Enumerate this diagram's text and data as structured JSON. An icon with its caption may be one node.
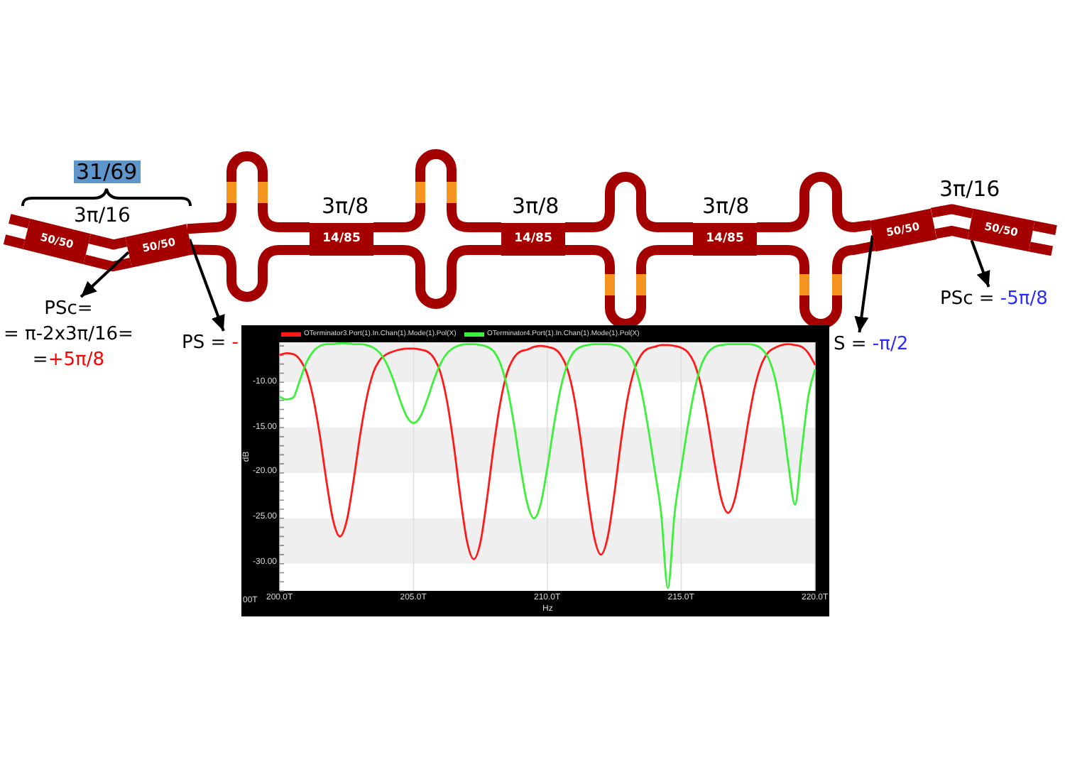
{
  "diagram": {
    "nodes": [
      {
        "text": [
          "50/50"
        ]
      },
      {
        "text": [
          "50/50"
        ]
      },
      {
        "text": [
          "14/85"
        ],
        "beside": [
          "3π/8"
        ]
      },
      {
        "text": [
          "14/85"
        ],
        "beside": [
          "3π/8"
        ]
      },
      {
        "text": [
          "14/85"
        ],
        "beside": [
          "3π/8"
        ]
      },
      {
        "text": [
          "50/50"
        ]
      },
      {
        "text": [
          "50/50"
        ]
      },
      {
        "text": [
          "PSc=",
          "= π-2x3π/16=",
          "=",
          "+5π/8"
        ]
      },
      {
        "text": [
          "PS =",
          "-"
        ]
      },
      {
        "text": [
          "S =",
          "-π/2"
        ]
      },
      {
        "text": [
          "PSc =",
          "-5π/8"
        ]
      }
    ],
    "edges": [
      {
        "from": null,
        "to": 0,
        "arrow": "none"
      },
      {
        "from": null,
        "to": 0,
        "arrow": "none"
      },
      {
        "from": 0,
        "to": 1,
        "arrow": "none"
      },
      {
        "from": 0,
        "to": 1,
        "arrow": "none"
      },
      {
        "from": 1,
        "to": 2,
        "arrow": "none"
      },
      {
        "from": 1,
        "to": 2,
        "arrow": "none"
      },
      {
        "from": 2,
        "to": 3,
        "arrow": "none"
      },
      {
        "from": 2,
        "to": 3,
        "arrow": "none"
      },
      {
        "from": 3,
        "to": 4,
        "arrow": "none"
      },
      {
        "from": 3,
        "to": 4,
        "arrow": "none"
      },
      {
        "from": 4,
        "to": 5,
        "arrow": "none"
      },
      {
        "from": 4,
        "to": 5,
        "arrow": "none"
      },
      {
        "from": 5,
        "to": 6,
        "arrow": "none"
      },
      {
        "from": 5,
        "to": 6,
        "arrow": "none"
      },
      {
        "from": 6,
        "to": null,
        "arrow": "none"
      },
      {
        "from": 6,
        "to": null,
        "arrow": "none"
      },
      {
        "from": 1,
        "to": 7,
        "arrow": "to",
        "color": "#000000"
      },
      {
        "from": 1,
        "to": 8,
        "arrow": "to",
        "color": "#000000"
      },
      {
        "from": 5,
        "to": 9,
        "arrow": "to",
        "color": "#000000"
      },
      {
        "from": 6,
        "to": 10,
        "arrow": "to",
        "color": "#000000"
      }
    ],
    "labels": [
      "31/69",
      "3π/16",
      "3π/16",
      "00T"
    ],
    "chart_data": {
      "type": "line",
      "xlabel": "Hz",
      "ylabel": "dB",
      "x": [
        200,
        200.25,
        200.5,
        200.75,
        201,
        201.25,
        201.5,
        201.75,
        202,
        202.25,
        202.5,
        202.75,
        203,
        203.25,
        203.5,
        203.75,
        204,
        204.25,
        204.5,
        204.75,
        205,
        205.25,
        205.5,
        205.75,
        206,
        206.25,
        206.5,
        206.75,
        207,
        207.25,
        207.5,
        207.75,
        208,
        208.25,
        208.5,
        208.75,
        209,
        209.25,
        209.5,
        209.75,
        210,
        210.25,
        210.5,
        210.75,
        211,
        211.25,
        211.5,
        211.75,
        212,
        212.25,
        212.5,
        212.75,
        213,
        213.25,
        213.5,
        213.75,
        214,
        214.25,
        214.5,
        214.75,
        215,
        215.25,
        215.5,
        215.75,
        216,
        216.25,
        216.5,
        216.75,
        217,
        217.25,
        217.5,
        217.75,
        218,
        218.25,
        218.5,
        218.75,
        219,
        219.25,
        219.5,
        219.75,
        220
      ],
      "xlim": [
        200,
        220
      ],
      "ylim": [
        -33,
        -5.6
      ],
      "xticks": [
        {
          "value": 200,
          "label": "200.0T"
        },
        {
          "value": 205,
          "label": "205.0T"
        },
        {
          "value": 210,
          "label": "210.0T"
        },
        {
          "value": 215,
          "label": "215.0T"
        },
        {
          "value": 220,
          "label": "220.0T"
        }
      ],
      "yticks": [
        {
          "value": -10,
          "label": "-10.00"
        },
        {
          "value": -15,
          "label": "-15.00"
        },
        {
          "value": -20,
          "label": "-20.00"
        },
        {
          "value": -25,
          "label": "-25.00"
        },
        {
          "value": -30,
          "label": "-30.00"
        }
      ],
      "grid": true,
      "legend": "top",
      "series": [
        {
          "name": "OTerminator3.Port(1).In.Chan(1).Mode(1).Pol(X)",
          "color": "#ff1a1a",
          "values": [
            -7.0,
            -6.8,
            -6.9,
            -7.5,
            -8.9,
            -11.7,
            -15.9,
            -21.0,
            -25.3,
            -27.0,
            -25.3,
            -21.0,
            -15.9,
            -11.7,
            -8.9,
            -7.5,
            -6.9,
            -6.6,
            -6.4,
            -6.3,
            -6.3,
            -6.4,
            -6.6,
            -7.3,
            -8.9,
            -12.1,
            -16.9,
            -22.7,
            -27.6,
            -29.5,
            -27.6,
            -22.7,
            -16.9,
            -12.1,
            -8.9,
            -7.3,
            -6.6,
            -6.4,
            -6.1,
            -6.0,
            -6.1,
            -6.3,
            -7.0,
            -8.6,
            -11.7,
            -16.5,
            -22.3,
            -27.1,
            -29.0,
            -27.1,
            -22.3,
            -16.5,
            -11.7,
            -8.6,
            -7.0,
            -6.3,
            -6.1,
            -5.9,
            -5.9,
            -6.0,
            -6.2,
            -6.7,
            -8.0,
            -10.5,
            -14.4,
            -19.0,
            -22.9,
            -24.4,
            -22.9,
            -19.0,
            -14.4,
            -10.5,
            -8.0,
            -6.7,
            -6.2,
            -5.9,
            -5.8,
            -5.9,
            -6.1,
            -6.8,
            -8.1
          ]
        },
        {
          "name": "OTerminator4.Port(1).In.Chan(1).Mode(1).Pol(X)",
          "color": "#3cf03c",
          "values": [
            -11.6,
            -11.9,
            -11.7,
            -9.8,
            -7.8,
            -6.6,
            -6.0,
            -5.8,
            -5.8,
            -5.7,
            -5.7,
            -5.8,
            -5.8,
            -5.9,
            -6.2,
            -6.8,
            -8.0,
            -9.8,
            -12.0,
            -13.8,
            -14.5,
            -13.8,
            -12.0,
            -9.8,
            -8.0,
            -6.8,
            -6.2,
            -5.9,
            -5.8,
            -5.8,
            -5.9,
            -6.1,
            -6.6,
            -8.0,
            -10.6,
            -14.6,
            -19.4,
            -23.4,
            -25.0,
            -23.4,
            -19.4,
            -14.6,
            -10.6,
            -8.0,
            -6.6,
            -6.1,
            -5.9,
            -5.8,
            -5.8,
            -5.8,
            -5.9,
            -6.1,
            -6.7,
            -8.1,
            -10.8,
            -14.8,
            -19.5,
            -24.5,
            -32.7,
            -24.5,
            -19.5,
            -14.8,
            -10.8,
            -8.1,
            -6.7,
            -6.1,
            -5.9,
            -5.8,
            -5.8,
            -5.8,
            -5.8,
            -5.9,
            -6.3,
            -7.3,
            -9.5,
            -13.5,
            -19.0,
            -23.5,
            -17.5,
            -11.5,
            -8.6
          ]
        }
      ]
    }
  }
}
